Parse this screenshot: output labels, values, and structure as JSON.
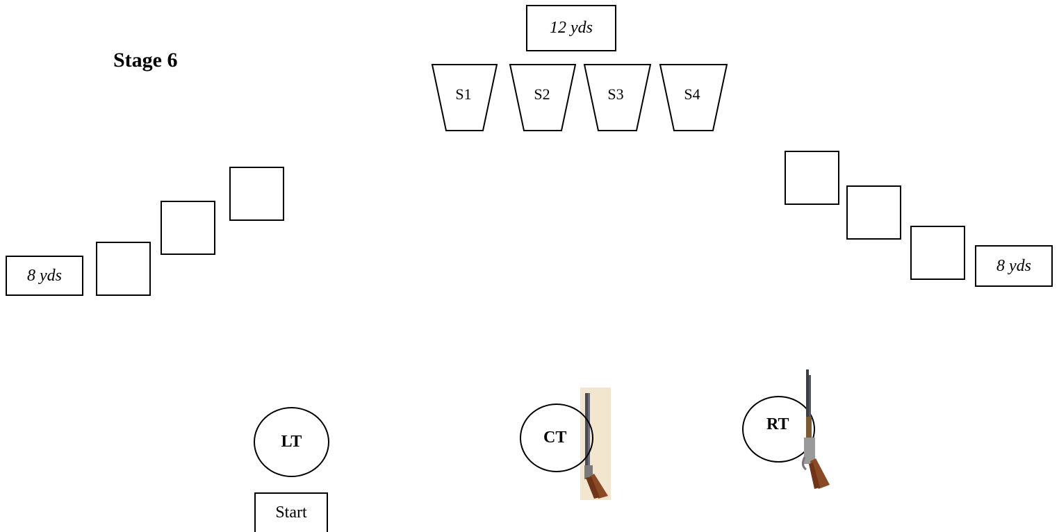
{
  "stage": {
    "title": "Stage 6"
  },
  "distances": {
    "center": "12 yds",
    "left": "8 yds",
    "right": "8 yds"
  },
  "shotgun_targets": [
    "S1",
    "S2",
    "S3",
    "S4"
  ],
  "positions": {
    "left": "LT",
    "center": "CT",
    "right": "RT"
  },
  "start": {
    "label": "Start"
  }
}
